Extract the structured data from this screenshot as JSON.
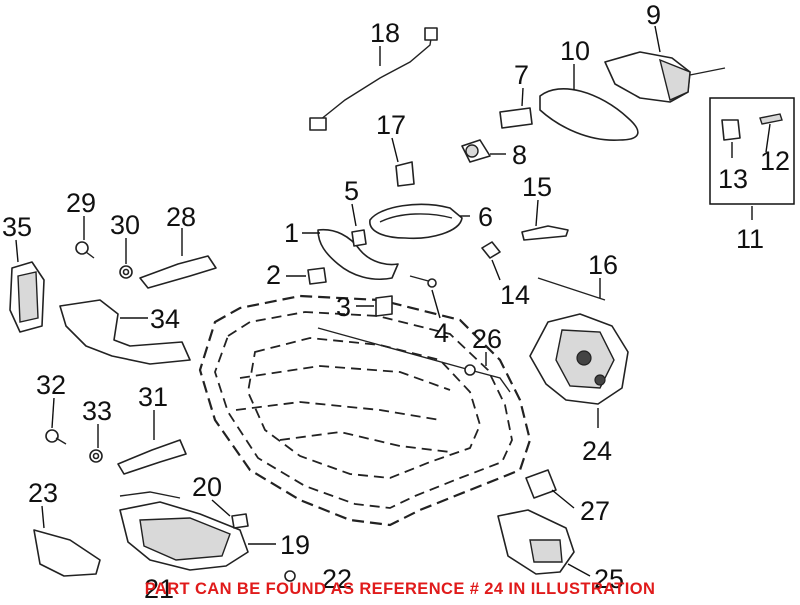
{
  "diagram": {
    "callouts": [
      "1",
      "2",
      "3",
      "4",
      "5",
      "6",
      "7",
      "8",
      "9",
      "10",
      "11",
      "12",
      "13",
      "14",
      "15",
      "16",
      "17",
      "18",
      "19",
      "20",
      "21",
      "22",
      "23",
      "24",
      "25",
      "26",
      "27",
      "28",
      "29",
      "30",
      "31",
      "32",
      "33",
      "34",
      "35"
    ],
    "footer_note": "PART CAN BE FOUND AS REFERENCE # 24 IN ILLUSTRATION",
    "footer_color": "#e01b1b",
    "line_color": "#222222"
  }
}
